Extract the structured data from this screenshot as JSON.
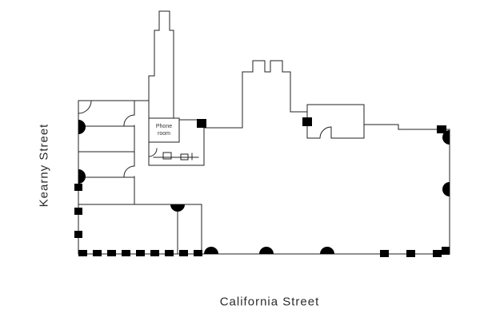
{
  "labels": {
    "kearny_street": "Kearny Street",
    "california_street": "California Street",
    "phone_room_line1": "Phone",
    "phone_room_line2": "room"
  },
  "colors": {
    "line": "#222222",
    "marker": "#000000",
    "background": "#ffffff",
    "text": "#2b2b2b"
  }
}
